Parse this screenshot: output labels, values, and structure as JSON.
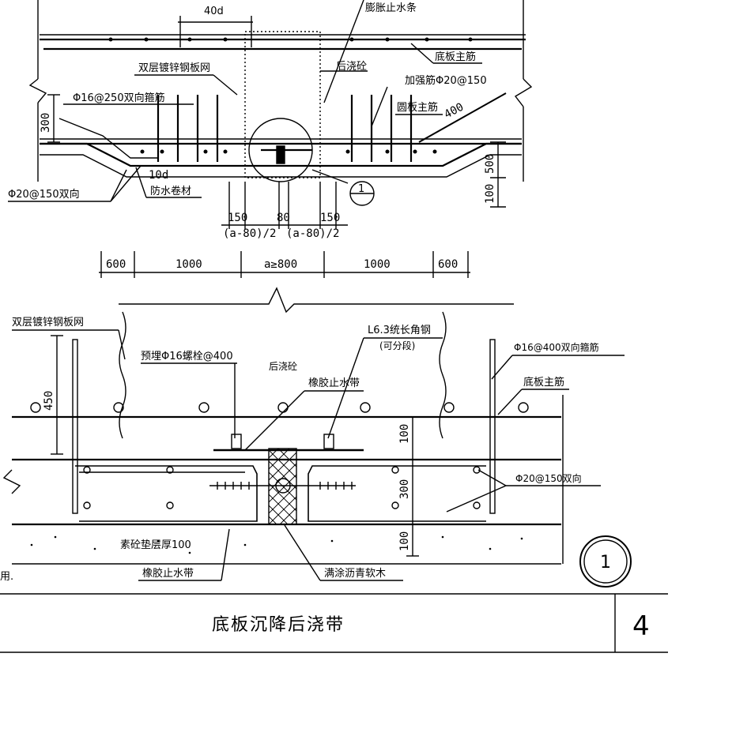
{
  "top_section": {
    "dims": {
      "d40": "40d",
      "d300": "300",
      "d400": "400",
      "d150a": "150",
      "d80": "80",
      "d150b": "150",
      "half_a": "(a-80)/2",
      "half_b": "(a-80)/2",
      "d500": "500",
      "d100": "100",
      "d10d": "10d"
    },
    "span_dims": [
      "600",
      "1000",
      "a≥800",
      "1000",
      "600"
    ],
    "labels": {
      "rubber_stop": "膨胀止水条",
      "slab_main_top": "底板主筋",
      "double_mesh": "双层镀锌钢板网",
      "post_cast": "后浇砼",
      "rebar_20_150": "加强筋Φ20@150",
      "rebar_16_250": "Φ16@250双向箍筋",
      "ring_main": "圆板主筋",
      "rebar_20_150_both": "Φ20@150双向",
      "waterproof": "防水卷材",
      "detail_no": "1"
    }
  },
  "bottom_section": {
    "dims": {
      "d450": "450",
      "d100a": "100",
      "d300": "300",
      "d100b": "100"
    },
    "labels": {
      "double_mesh": "双层镀锌钢板网",
      "bolt": "预埋Φ16螺栓@400",
      "post_cast": "后浇砼",
      "angle": "L6.3统长角钢",
      "angle_note": "(可分段)",
      "rebar_16_400": "Φ16@400双向箍筋",
      "rubber_band_top": "橡胶止水带",
      "slab_main": "底板主筋",
      "rebar_20_150": "Φ20@150双向",
      "bedding": "素砼垫层厚100",
      "rubber_band_bottom": "橡胶止水带",
      "asphalt_board": "满涂沥青软木",
      "left_cut": "用."
    },
    "detail_mark": "1"
  },
  "title_block": {
    "title": "底板沉降后浇带",
    "sheet_no": "4"
  }
}
